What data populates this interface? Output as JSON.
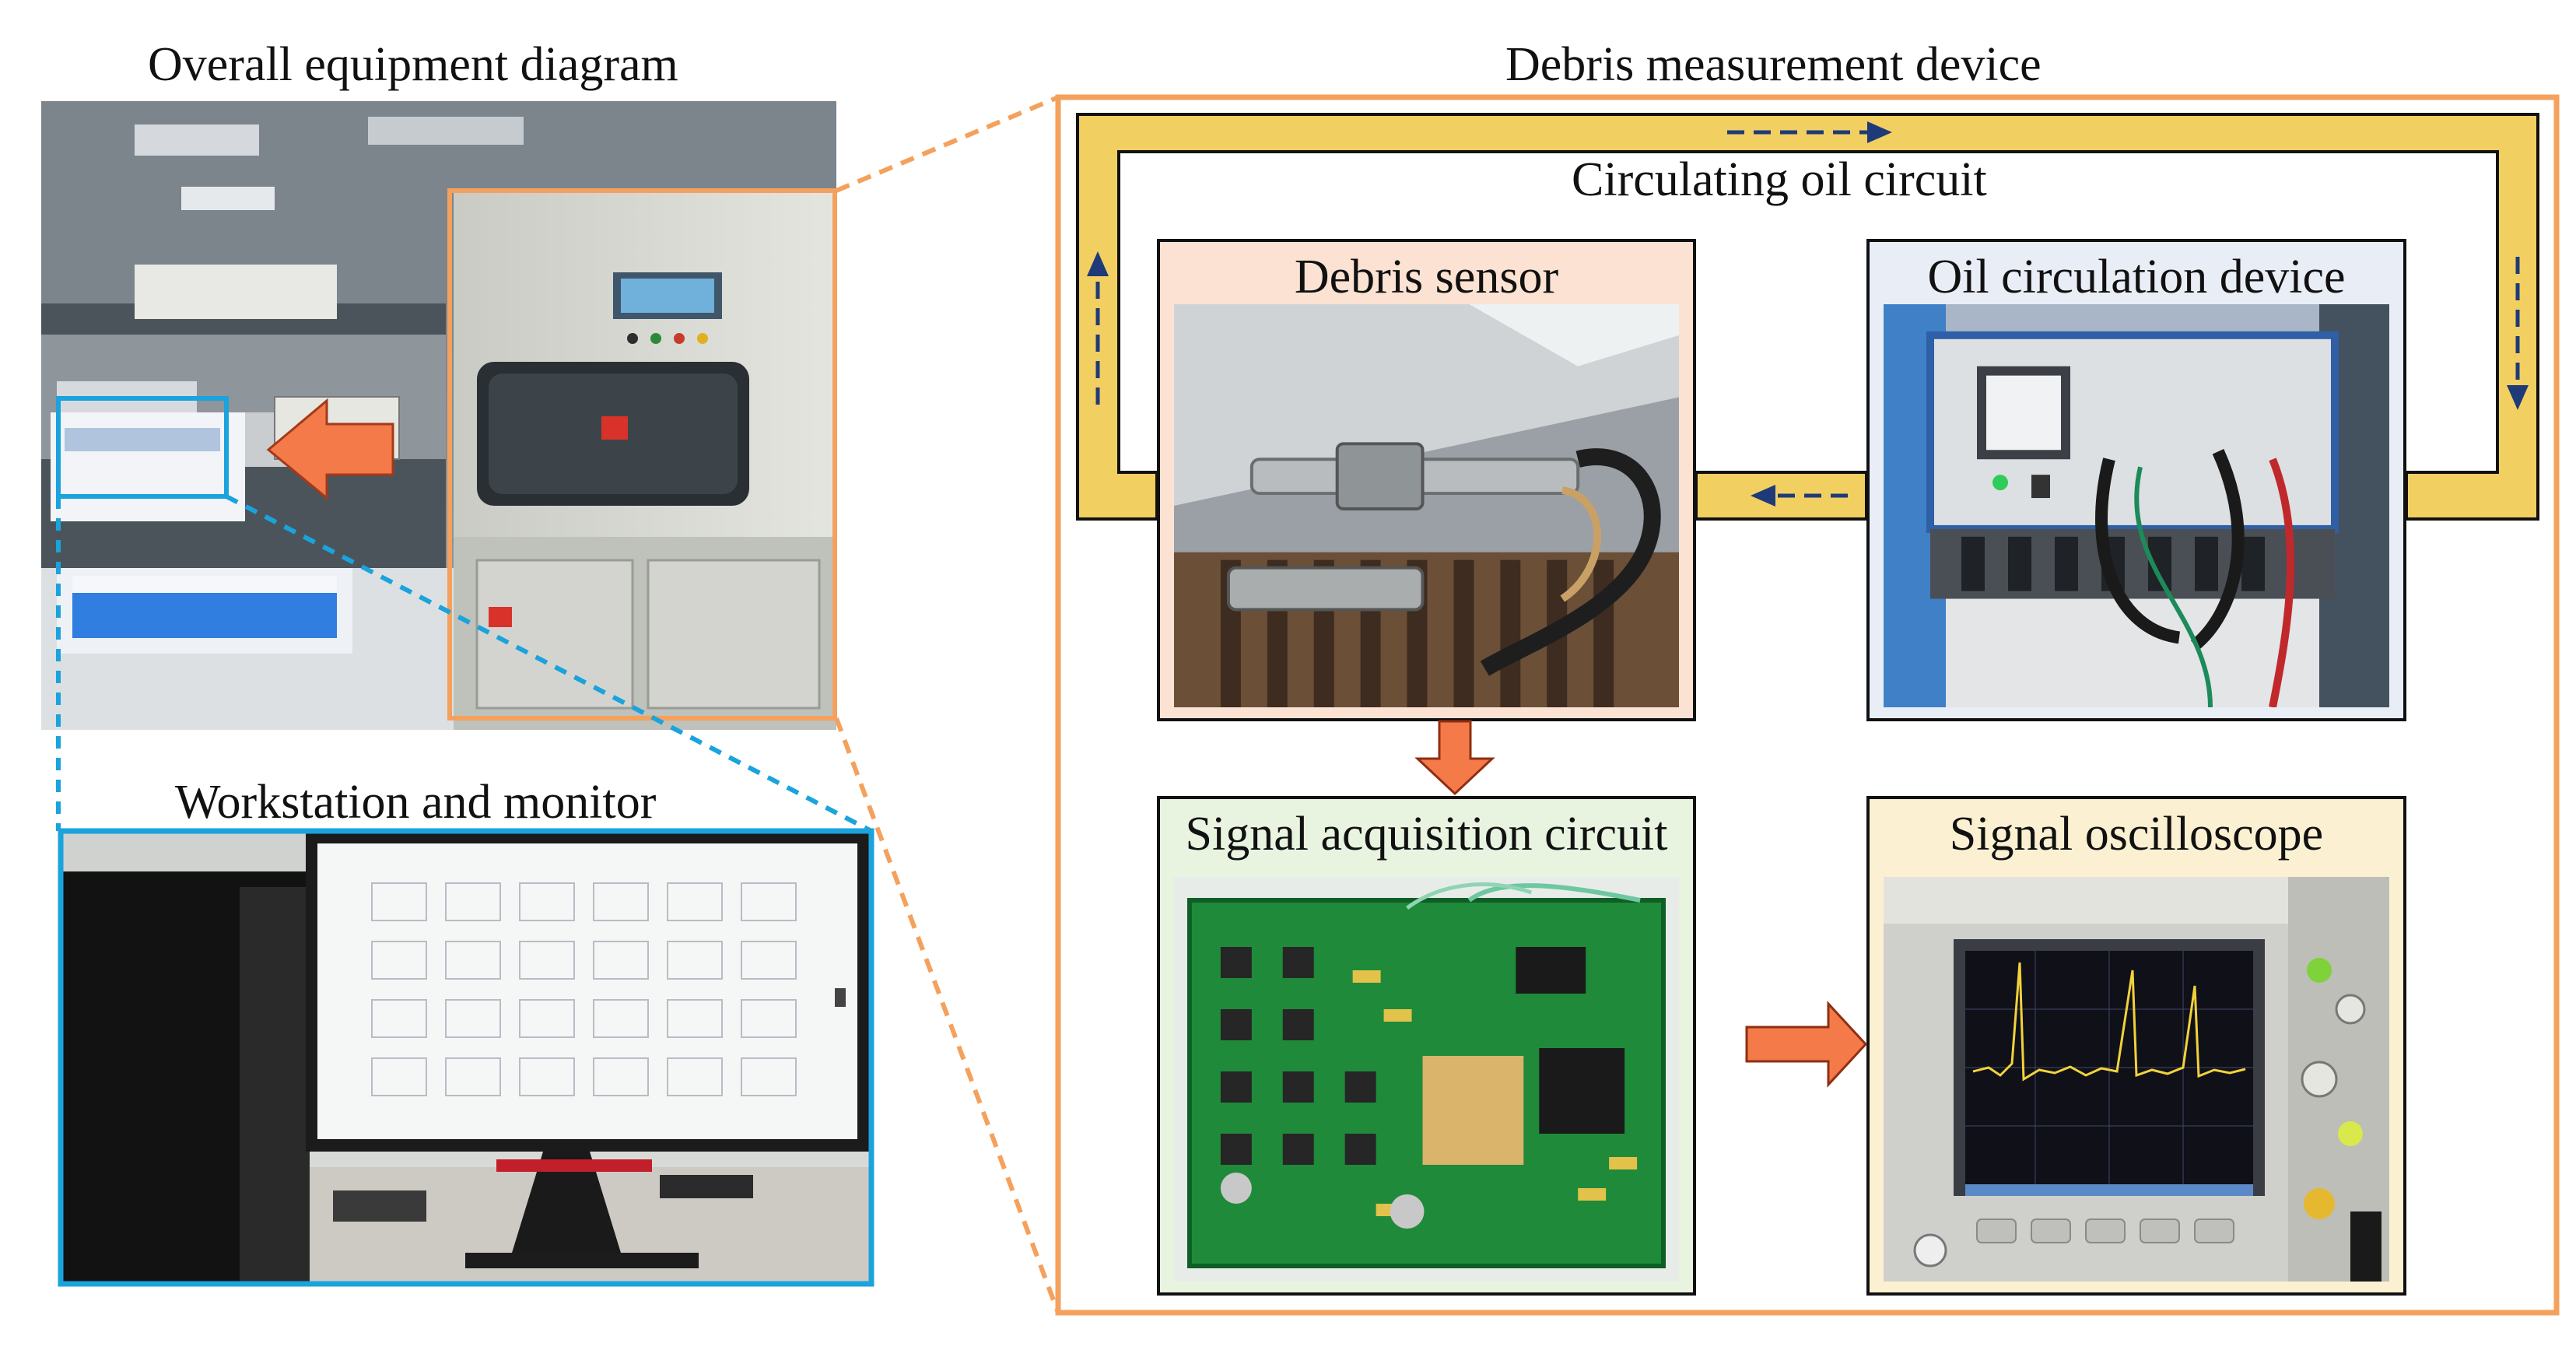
{
  "left": {
    "overall_title": "Overall equipment diagram",
    "workstation_title": "Workstation and monitor"
  },
  "right": {
    "device_title": "Debris measurement  device",
    "circuit_label": "Circulating oil circuit",
    "panels": {
      "debris_sensor": "Debris sensor",
      "oil_device": "Oil circulation device",
      "signal_acq": "Signal acquisition circuit",
      "oscilloscope": "Signal oscilloscope"
    }
  },
  "colors": {
    "orange_frame": "#f4a15d",
    "blue_frame": "#1aa3dc",
    "oil_track": "#f2cf61",
    "arrow_fill": "#f47a4a",
    "panel_sensor_bg": "#fbe2d2",
    "panel_oil_bg": "#e9edf6",
    "panel_acq_bg": "#e8f3e0",
    "panel_osc_bg": "#fbf1d2"
  }
}
